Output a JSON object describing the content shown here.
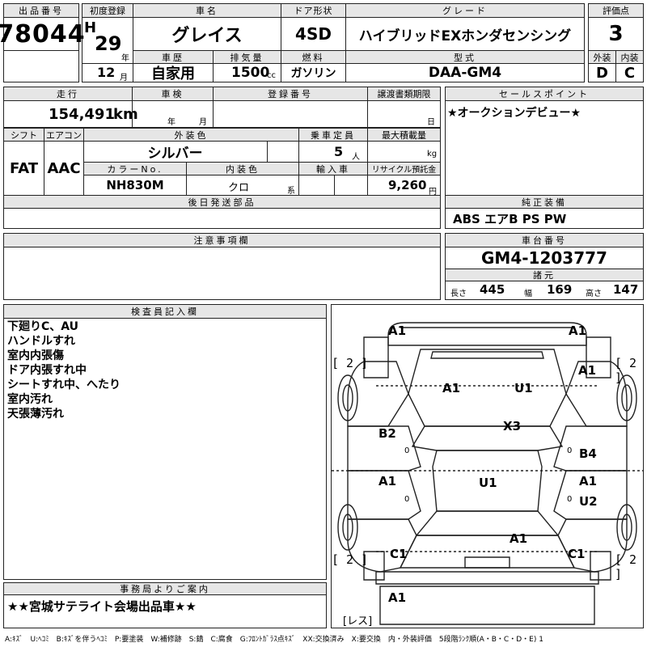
{
  "header": {
    "lot_number_label": "出品番号",
    "lot_number": "78044",
    "first_reg_label": "初度登録",
    "era": "H",
    "year": "29",
    "year_unit": "年",
    "month": "12",
    "month_unit": "月",
    "car_name_label": "車名",
    "car_name": "グレイス",
    "history_label": "車歴",
    "history": "自家用",
    "displacement_label": "排気量",
    "displacement": "1500",
    "displacement_unit": "cc",
    "door_label": "ドア形状",
    "door": "4SD",
    "fuel_label": "燃料",
    "fuel": "ガソリン",
    "grade_label": "グレード",
    "grade": "ハイブリッドEXホンダセンシング",
    "model_label": "型式",
    "model": "DAA-GM4",
    "score_label": "評価点",
    "score": "3",
    "ext_label": "外装",
    "ext": "D",
    "int_label": "内装",
    "int": "C"
  },
  "row2": {
    "mileage_label": "走行",
    "mileage": "154,491",
    "mileage_unit": "km",
    "inspection_label": "車検",
    "insp_year_unit": "年",
    "insp_month_unit": "月",
    "reg_no_label": "登録番号",
    "transfer_label": "譲渡書類期限",
    "transfer_day_unit": "日",
    "sales_label": "セールスポイント",
    "sales_text": "★オークションデビュー★"
  },
  "row3": {
    "shift_label": "シフト",
    "shift": "FAT",
    "ac_label": "エアコン",
    "ac": "AAC",
    "ext_color_label": "外装色",
    "ext_color": "シルバー",
    "capacity_label": "乗車定員",
    "capacity": "5",
    "capacity_unit": "人",
    "load_label": "最大積載量",
    "load_unit": "kg",
    "color_no_label": "カラーNo.",
    "color_no": "NH830M",
    "int_color_label": "内装色",
    "int_color": "クロ",
    "int_color_unit": "系",
    "import_label": "輸入車",
    "recycle_label": "リサイクル預託金",
    "recycle": "9,260",
    "recycle_unit": "円"
  },
  "later_parts_label": "後日発送部品",
  "equipment_label": "純正装備",
  "equipment": "ABS エアB PS PW",
  "notes_label": "注意事項欄",
  "chassis_label": "車台番号",
  "chassis": "GM4-1203777",
  "spec_label": "諸元",
  "length_label": "長さ",
  "length": "445",
  "width_label": "幅",
  "width": "169",
  "height_label": "高さ",
  "height": "147",
  "inspector_label": "検査員記入欄",
  "inspector_lines": [
    "下廻りC、AU",
    "ハンドルすれ",
    "室内内張傷",
    "ドア内張すれ中",
    "シートすれ中、へたり",
    "室内汚れ",
    "天張薄汚れ"
  ],
  "office_label": "事務局よりご案内",
  "office_text": "★★宮城サテライト会場出品車★★",
  "diagram": {
    "marks": {
      "fl_top": "A1",
      "fr_top": "A1",
      "hood_l": "A1",
      "hood_r": "U1",
      "fr_fender": "A1",
      "windshield": "X3",
      "l_front_door": "B2",
      "r_front_door": "B4",
      "l_rear_door": "A1",
      "roof": "U1",
      "r_rear_door_a": "A1",
      "r_rear_door_u": "U2",
      "trunk": "A1",
      "l_rear": "C1",
      "r_rear": "C1",
      "rear_bumper": "A1"
    },
    "tire_fl": "[ 2 ]",
    "tire_fr": "[ 2 ]",
    "tire_rl": "[ 2 ]",
    "tire_rr": "[ 2 ]",
    "spare": "[レス]",
    "glass_l": "0",
    "glass_r": "0",
    "glass_rear_l": "0",
    "glass_rear_r": "0"
  },
  "legend": "A:ｷｽﾞ　U:ﾍｺﾐ　B:ｷｽﾞを伴うﾍｺﾐ　P:要塗装　W:補修跡　S:錆　C:腐食　G:ﾌﾛﾝﾄｶﾞﾗｽ点ｷｽﾞ　XX:交換済み　X:要交換　内・外装評価　5段階ﾗﾝｸ順(A・B・C・D・E) 1"
}
